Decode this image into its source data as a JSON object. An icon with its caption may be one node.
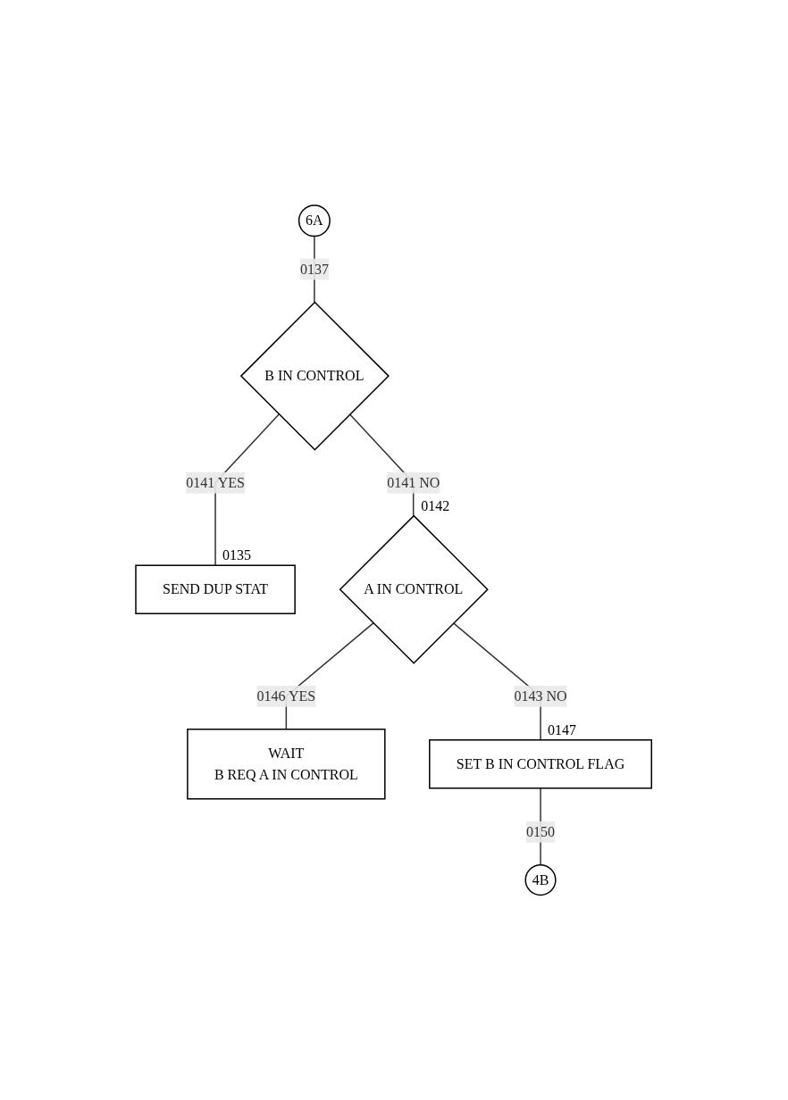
{
  "diagram": {
    "nodes": [
      {
        "text": [
          "6A"
        ]
      },
      {
        "text": [
          "B IN CONTROL"
        ]
      },
      {
        "text": [
          "SEND DUP STAT"
        ],
        "beside": [
          "0135"
        ]
      },
      {
        "text": [
          "A IN CONTROL"
        ],
        "beside": [
          "0142"
        ]
      },
      {
        "text": [
          "WAIT",
          "B REQ A IN CONTROL"
        ]
      },
      {
        "text": [
          "SET B IN CONTROL FLAG"
        ],
        "beside": [
          "0147"
        ]
      },
      {
        "text": [
          "4B"
        ]
      }
    ],
    "edges": [
      {
        "from": 0,
        "to": 1,
        "arrow": "none",
        "label": "0137"
      },
      {
        "from": 1,
        "to": 2,
        "arrow": "none",
        "label": "0141 YES"
      },
      {
        "from": 1,
        "to": 3,
        "arrow": "none",
        "label": "0141 NO"
      },
      {
        "from": 3,
        "to": 4,
        "arrow": "none",
        "label": "0146 YES"
      },
      {
        "from": 3,
        "to": 5,
        "arrow": "none",
        "label": "0143 NO"
      },
      {
        "from": 5,
        "to": 6,
        "arrow": "none",
        "label": "0150"
      }
    ]
  }
}
